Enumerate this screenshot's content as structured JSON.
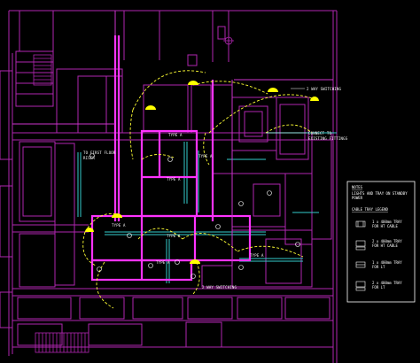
{
  "colors": {
    "background": "#000000",
    "wall": "#ff33ff",
    "wall_thin": "#cc33cc",
    "building_outline": "#b026b0",
    "tray": "#33cccc",
    "wiring": "#ffff33",
    "fixture": "#ffff00",
    "label_text": "#ffffff",
    "legend_border": "#ffffff"
  },
  "annotations": {
    "to_first_floor": [
      "TO FIRST FLOOR",
      "RISER"
    ],
    "connect_existing": [
      "CONNECT TO",
      "EXISTING FITTINGS"
    ],
    "switching_top": "2 WAY SWITCHING",
    "switching_bottom": "2 WAY SWITCHING",
    "tray_type_labels": [
      "TYPE A",
      "TYPE A",
      "TYPE A",
      "TYPE A",
      "TYPE A",
      "TYPE A",
      "TYPE A"
    ]
  },
  "legend": {
    "notes_title": "NOTES",
    "notes_lines": [
      "LIGHTS AND TRAY ON STANDBY",
      "POWER"
    ],
    "title": "CABLE TRAY LEGEND",
    "items": [
      {
        "text": [
          "1 x 400mm TRAY",
          "FOR HT CABLE"
        ]
      },
      {
        "text": [
          "2 x 400mm TRAY",
          "FOR HT CABLE"
        ]
      },
      {
        "text": [
          "1 x 400mm TRAY",
          "FOR LT"
        ]
      },
      {
        "text": [
          "2 x 400mm TRAY",
          "FOR LT"
        ]
      }
    ]
  }
}
